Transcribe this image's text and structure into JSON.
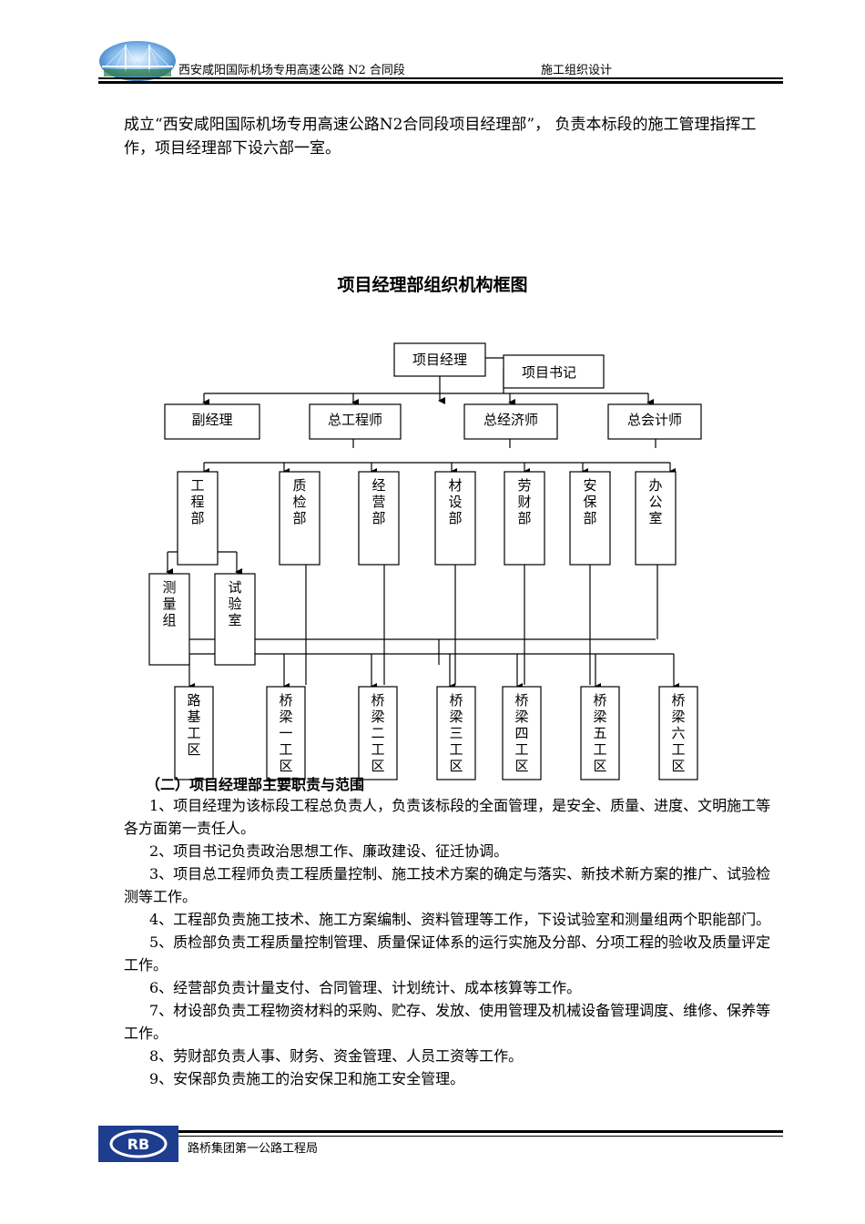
{
  "header": {
    "title": "西安咸阳国际机场专用高速公路 N2 合同段",
    "right": "施工组织设计"
  },
  "intro": "成立“西安咸阳国际机场专用高速公路N2合同段项目经理部”， 负责本标段的施工管理指挥工作，项目经理部下设六部一室。",
  "chart_title": "项目经理部组织机构框图",
  "org": {
    "top": "项目经理",
    "secretary": "项目书记",
    "level2": [
      "副经理",
      "总工程师",
      "总经济师",
      "总会计师"
    ],
    "departments": [
      "工程部",
      "质检部",
      "经营部",
      "材设部",
      "劳财部",
      "安保部",
      "办公室"
    ],
    "sub_groups": [
      "测量组",
      "试验室"
    ],
    "work_areas": [
      "路基工区",
      "桥梁一工区",
      "桥梁二工区",
      "桥梁三工区",
      "桥梁四工区",
      "桥梁五工区",
      "桥梁六工区"
    ]
  },
  "section_heading": "（二）项目经理部主要职责与范围",
  "duties": [
    "1、项目经理为该标段工程总负责人，负责该标段的全面管理，是安全、质量、进度、文明施工等各方面第一责任人。",
    "2、项目书记负责政治思想工作、廉政建设、征迁协调。",
    "3、项目总工程师负责工程质量控制、施工技术方案的确定与落实、新技术新方案的推广、试验检测等工作。",
    "4、工程部负责施工技术、施工方案编制、资料管理等工作，下设试验室和测量组两个职能部门。",
    "5、质检部负责工程质量控制管理、质量保证体系的运行实施及分部、分项工程的验收及质量评定工作。",
    "6、经营部负责计量支付、合同管理、计划统计、成本核算等工作。",
    "7、材设部负责工程物资材料的采购、贮存、发放、使用管理及机械设备管理调度、维修、保养等工作。",
    "8、劳财部负责人事、财务、资金管理、人员工资等工作。",
    "9、安保部负责施工的治安保卫和施工安全管理。"
  ],
  "footer": {
    "logo_text": "RB",
    "org_name": "路桥集团第一公路工程局"
  }
}
